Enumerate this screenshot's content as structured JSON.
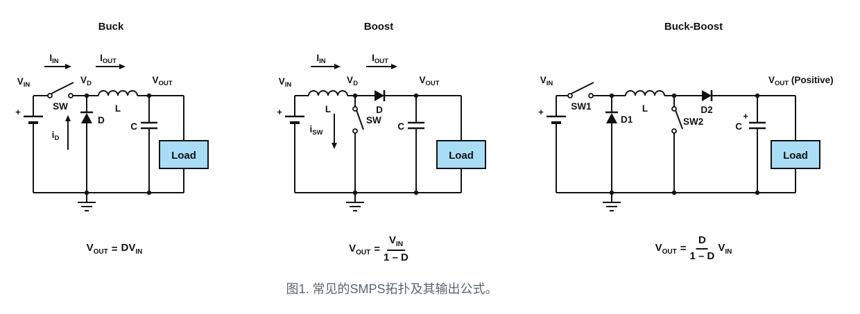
{
  "caption": "图1. 常见的SMPS拓扑及其输出公式。",
  "colors": {
    "load_fill": "#a9dcf5",
    "caption": "#5a6570",
    "line": "#111111"
  },
  "circuits": {
    "buck": {
      "title": "Buck",
      "labels": {
        "iin": {
          "main": "I",
          "sub": "IN"
        },
        "iout": {
          "main": "I",
          "sub": "OUT"
        },
        "vin": {
          "main": "V",
          "sub": "IN"
        },
        "vd": {
          "main": "V",
          "sub": "D"
        },
        "vout": {
          "main": "V",
          "sub": "OUT"
        },
        "sw": "SW",
        "l": "L",
        "d": "D",
        "c": "C",
        "id": {
          "main": "i",
          "sub": "D"
        },
        "plus": "+",
        "load": "Load"
      },
      "formula": {
        "lhs_main": "V",
        "lhs_sub": "OUT",
        "eq": "=",
        "rhs_main": "DV",
        "rhs_sub": "IN"
      }
    },
    "boost": {
      "title": "Boost",
      "labels": {
        "iin": {
          "main": "I",
          "sub": "IN"
        },
        "iout": {
          "main": "I",
          "sub": "OUT"
        },
        "vin": {
          "main": "V",
          "sub": "IN"
        },
        "vd": {
          "main": "V",
          "sub": "D"
        },
        "vout": {
          "main": "V",
          "sub": "OUT"
        },
        "sw": "SW",
        "l": "L",
        "d": "D",
        "c": "C",
        "isw": {
          "main": "i",
          "sub": "SW"
        },
        "plus": "+",
        "load": "Load"
      },
      "formula": {
        "lhs_main": "V",
        "lhs_sub": "OUT",
        "eq": "=",
        "num_main": "V",
        "num_sub": "IN",
        "den": "1 – D"
      }
    },
    "buckboost": {
      "title": "Buck-Boost",
      "labels": {
        "vin": {
          "main": "V",
          "sub": "IN"
        },
        "vout": {
          "main": "V",
          "sub": "OUT",
          "suffix": " (Positive)"
        },
        "sw1": "SW1",
        "sw2": "SW2",
        "d1": "D1",
        "d2": "D2",
        "l": "L",
        "c": "C",
        "plus": "+",
        "cap_plus": "+",
        "load": "Load"
      },
      "formula": {
        "lhs_main": "V",
        "lhs_sub": "OUT",
        "eq": "=",
        "num_main": "D",
        "den": "1 – D",
        "suffix_main": "V",
        "suffix_sub": "IN"
      }
    }
  }
}
